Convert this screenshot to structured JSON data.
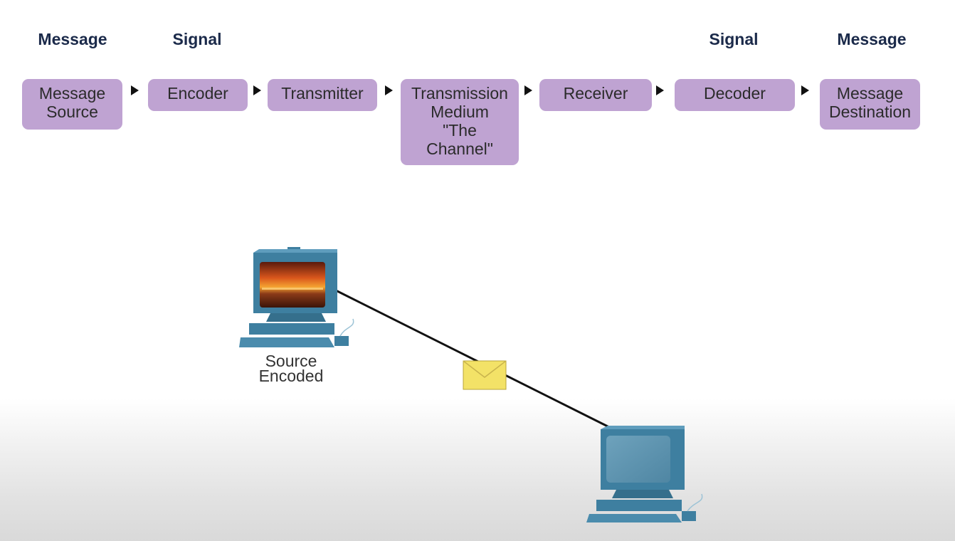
{
  "headers": {
    "message_left": "Message",
    "signal_left": "Signal",
    "signal_right": "Signal",
    "message_right": "Message"
  },
  "flow": {
    "message_source": "Message\nSource",
    "encoder": "Encoder",
    "transmitter": "Transmitter",
    "transmission_medium": "Transmission\nMedium\n\"The\nChannel\"",
    "receiver": "Receiver",
    "decoder": "Decoder",
    "message_destination": "Message\nDestination"
  },
  "network": {
    "source_label_1": "Source",
    "source_label_2": "Encoded",
    "envelope_icon": "envelope-icon",
    "computer_icon": "computer-icon"
  },
  "colors": {
    "box_fill": "#bfa3d2",
    "header_text": "#1b2a4a",
    "computer_blue": "#3e7fa0",
    "envelope_yellow": "#f3e267"
  }
}
